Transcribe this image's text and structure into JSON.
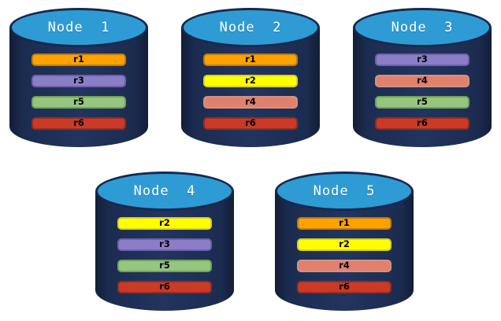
{
  "diagram": {
    "description": "Cluster of five database nodes showing replica placement",
    "colors": {
      "background": "#FFFFFF",
      "cylinder_body": "#22345E",
      "cylinder_body_edge": "#121E38",
      "cylinder_top_fill": "#2E9BD5",
      "cylinder_top_border": "#16294D",
      "title_text": "#FFFFFF",
      "bar_text": "#000000"
    },
    "replica_colors": {
      "r1": {
        "fill": "#FFA200",
        "border": "#C07C04"
      },
      "r2": {
        "fill": "#FFFF00",
        "border": "#D8D21E"
      },
      "r3": {
        "fill": "#8C7EC6",
        "border": "#6F5FAD"
      },
      "r4": {
        "fill": "#E2806E",
        "border": "#D0947F"
      },
      "r5": {
        "fill": "#95C57E",
        "border": "#70A457"
      },
      "r6": {
        "fill": "#CB3A26",
        "border": "#9C2B1B"
      }
    },
    "nodes": [
      {
        "label": "Node  1",
        "replicas": [
          "r1",
          "r3",
          "r5",
          "r6"
        ]
      },
      {
        "label": "Node  2",
        "replicas": [
          "r1",
          "r2",
          "r4",
          "r6"
        ]
      },
      {
        "label": "Node  3",
        "replicas": [
          "r3",
          "r4",
          "r5",
          "r6"
        ]
      },
      {
        "label": "Node  4",
        "replicas": [
          "r2",
          "r3",
          "r5",
          "r6"
        ]
      },
      {
        "label": "Node  5",
        "replicas": [
          "r1",
          "r2",
          "r4",
          "r6"
        ]
      }
    ],
    "rows": [
      [
        0,
        1,
        2
      ],
      [
        3,
        4
      ]
    ]
  }
}
